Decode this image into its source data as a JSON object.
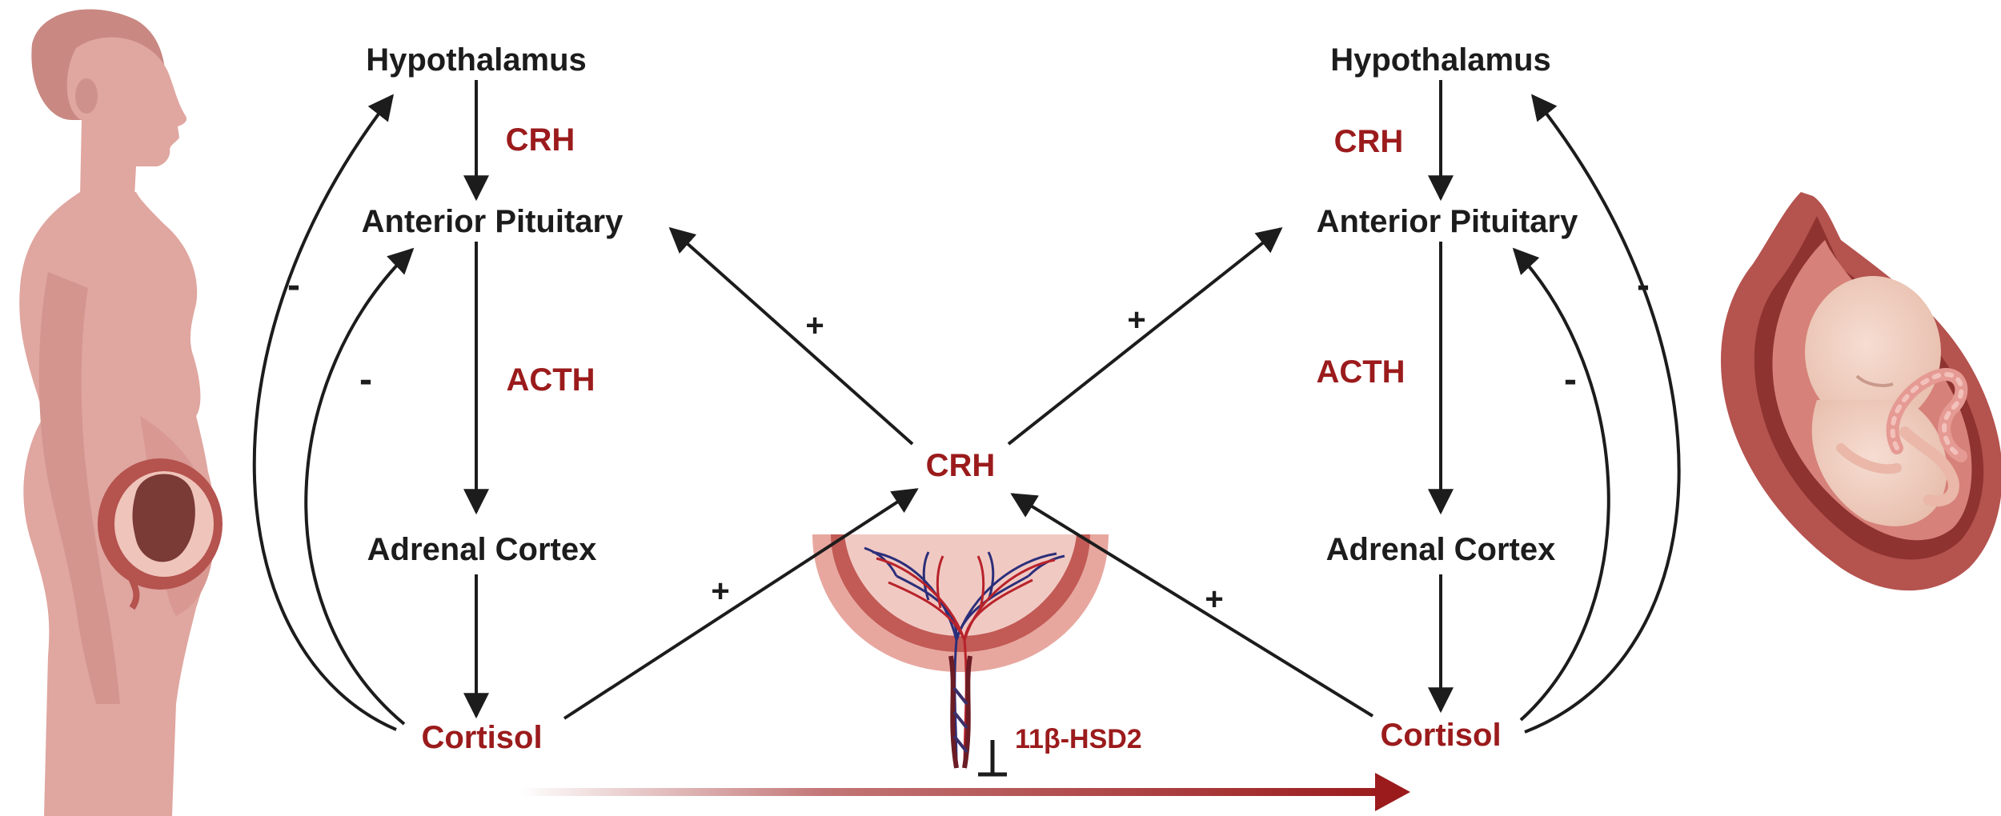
{
  "maternal": {
    "hypothalamus": "Hypothalamus",
    "crh": "CRH",
    "anterior_pituitary": "Anterior Pituitary",
    "acth": "ACTH",
    "adrenal_cortex": "Adrenal Cortex",
    "cortisol": "Cortisol",
    "feedback_outer": "-",
    "feedback_inner": "-"
  },
  "fetal": {
    "hypothalamus": "Hypothalamus",
    "crh": "CRH",
    "anterior_pituitary": "Anterior Pituitary",
    "acth": "ACTH",
    "adrenal_cortex": "Adrenal Cortex",
    "cortisol": "Cortisol",
    "feedback_outer": "-",
    "feedback_inner": "-"
  },
  "placenta": {
    "crh": "CRH",
    "plus_to_maternal_pituitary": "+",
    "plus_to_fetal_pituitary": "+",
    "plus_from_maternal_cortisol": "+",
    "plus_from_fetal_cortisol": "+",
    "enzyme": "11β-HSD2"
  },
  "colors": {
    "text": "#1c1c1c",
    "hormone_red": "#9b1b1c",
    "skin": "#d99a95",
    "placenta": "#c25a55"
  }
}
